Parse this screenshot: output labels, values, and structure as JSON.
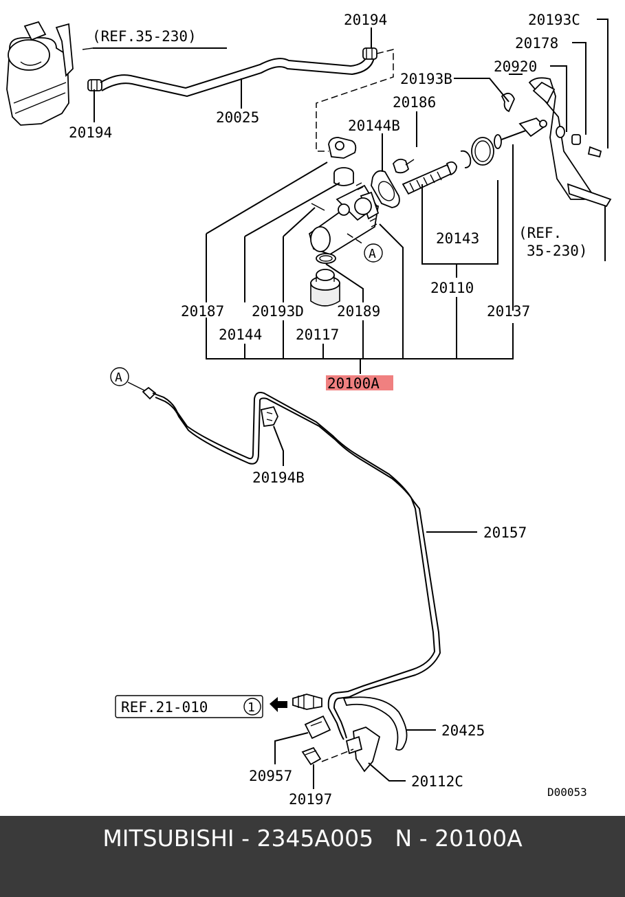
{
  "labels": {
    "ref_35_230_top": "(REF.35-230)",
    "p20194_top": "20194",
    "p20193C": "20193C",
    "p20178": "20178",
    "p20920": "20920",
    "p20193B": "20193B",
    "p20186": "20186",
    "p20144B": "20144B",
    "p20194_left": "20194",
    "p20025": "20025",
    "ref_35_230_right_1": "(REF.",
    "ref_35_230_right_2": "35-230)",
    "p20143": "20143",
    "p20110": "20110",
    "p20187": "20187",
    "p20193D": "20193D",
    "p20189": "20189",
    "p20137": "20137",
    "p20144": "20144",
    "p20117": "20117",
    "p20100A": "20100A",
    "callout_a_upper": "A",
    "callout_a_lower": "A",
    "p20194B": "20194B",
    "p20157": "20157",
    "ref_21_010": "REF.21-010",
    "ref_21_010_num": "1",
    "p20425": "20425",
    "p20957": "20957",
    "p20112C": "20112C",
    "p20197": "20197",
    "diagram_code": "D00053"
  },
  "highlight_color": "#f08080",
  "footer": {
    "text": "MITSUBISHI - 2345A005   N - 20100A",
    "background": "#3a3a3a",
    "color": "#ffffff"
  }
}
